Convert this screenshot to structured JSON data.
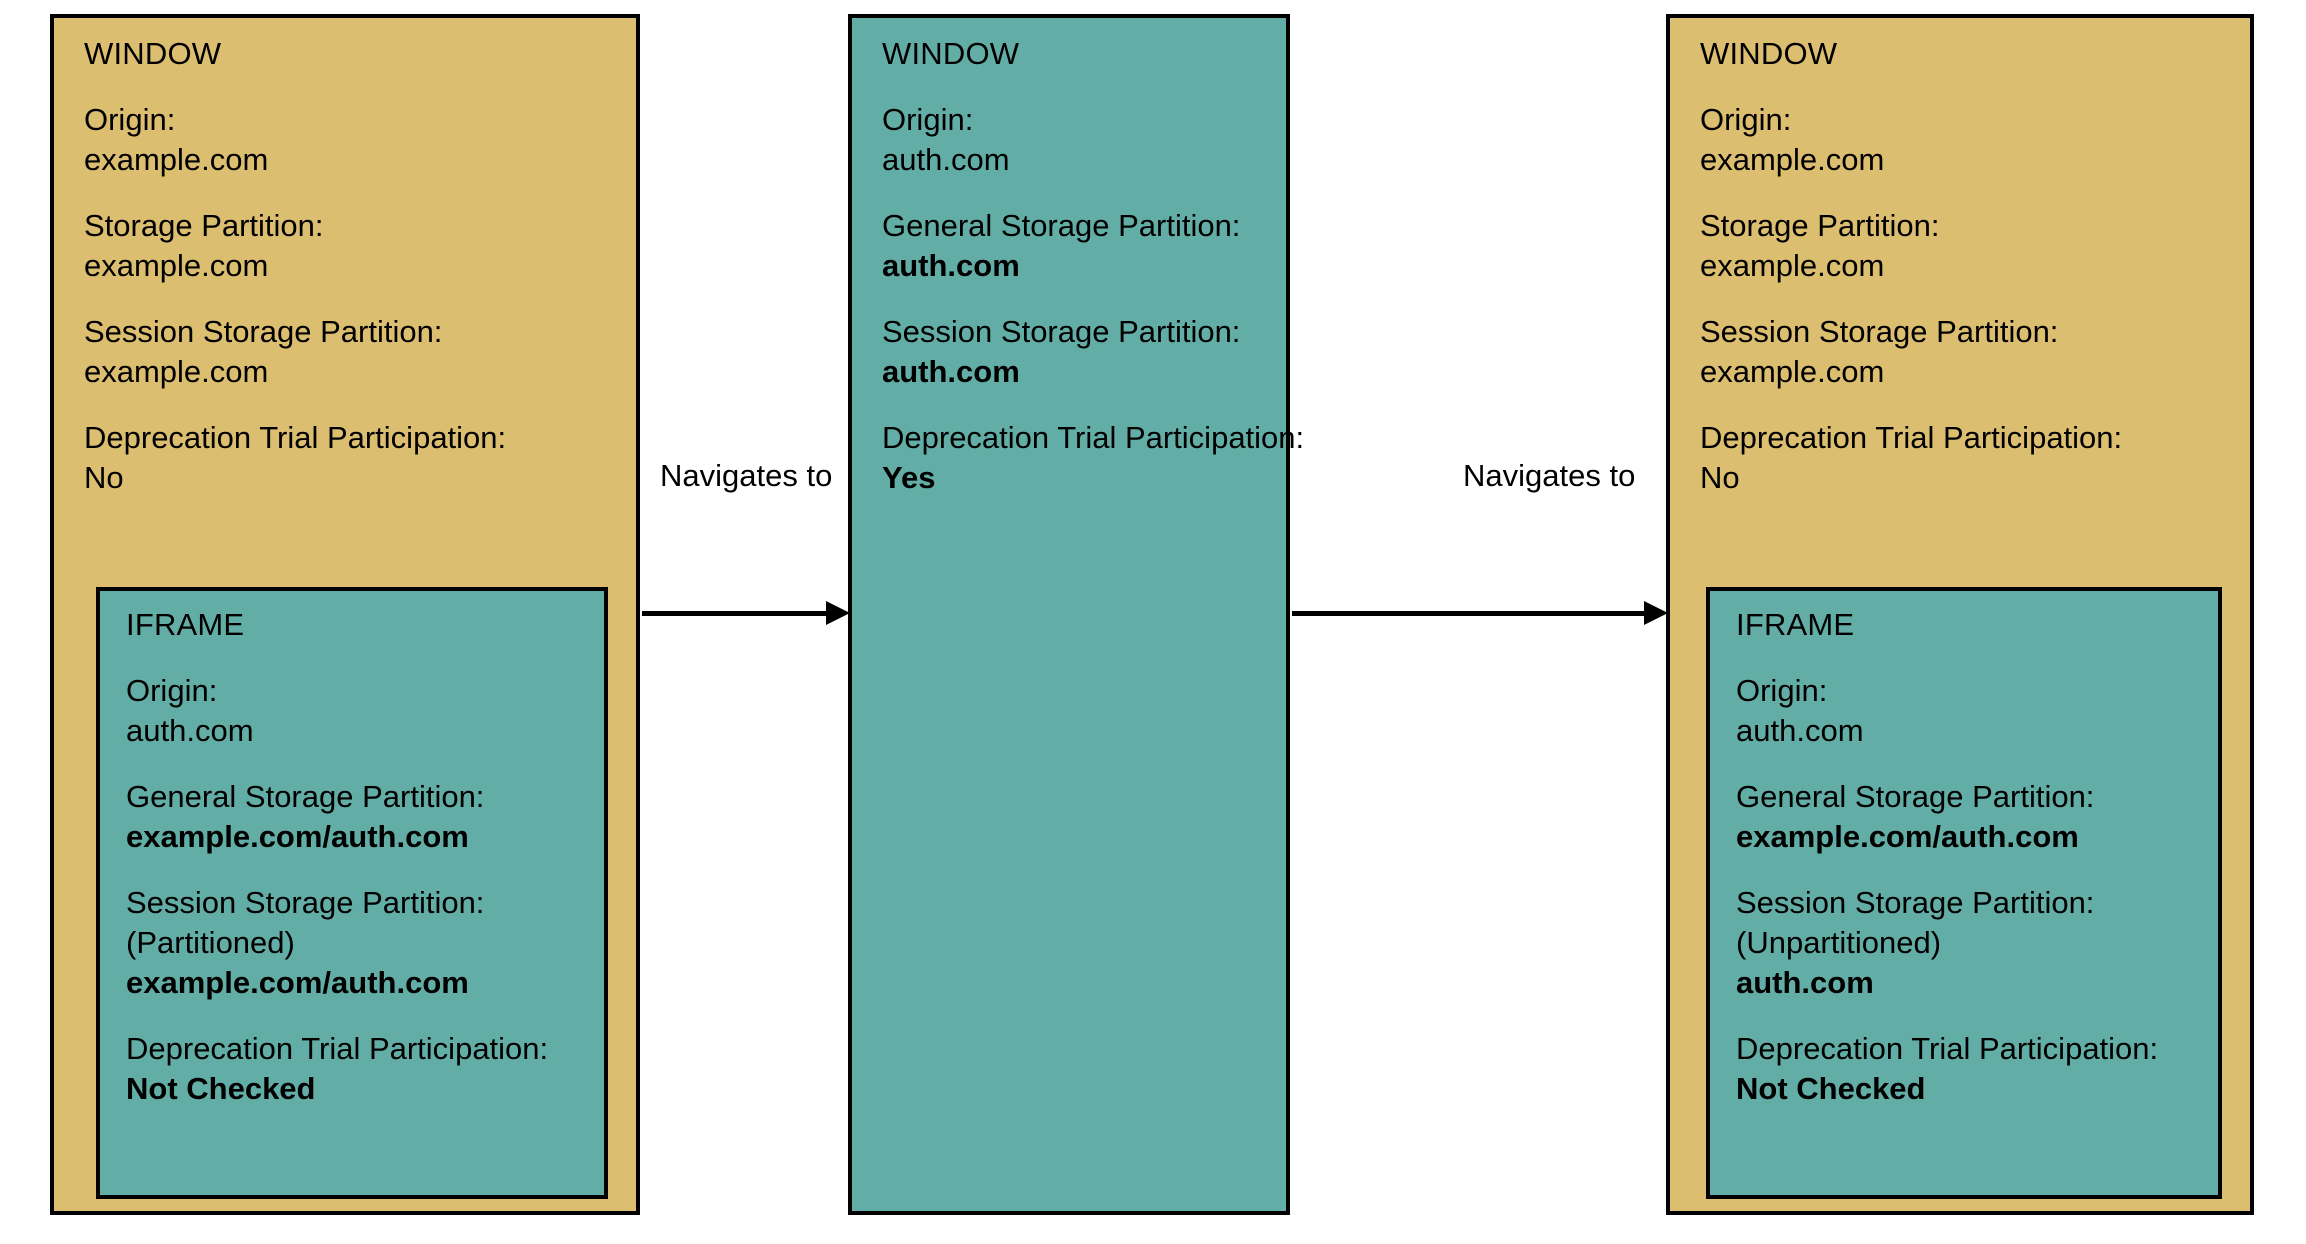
{
  "colors": {
    "window_tan": "#dcbe70",
    "iframe_teal": "#62aea6",
    "stroke": "#000000",
    "background": "#ffffff"
  },
  "panels": [
    {
      "id": "panel-1",
      "kind": "window",
      "fill": "tan",
      "title": "WINDOW",
      "fields": [
        {
          "label": "Origin:",
          "value": "example.com",
          "bold": false
        },
        {
          "label": "Storage Partition:",
          "value": "example.com",
          "bold": false
        },
        {
          "label": "Session Storage Partition:",
          "value": "example.com",
          "bold": false
        },
        {
          "label": "Deprecation Trial Participation:",
          "value": "No",
          "bold": false
        }
      ],
      "iframe": {
        "title": "IFRAME",
        "fill": "teal",
        "fields": [
          {
            "label": "Origin:",
            "sub": "",
            "value": "auth.com",
            "bold": false
          },
          {
            "label": "General Storage Partition:",
            "sub": "",
            "value": "example.com/auth.com",
            "bold": true
          },
          {
            "label": "Session Storage Partition:",
            "sub": "(Partitioned)",
            "value": "example.com/auth.com",
            "bold": true
          },
          {
            "label": "Deprecation Trial Participation:",
            "sub": "",
            "value": "Not Checked",
            "bold": true
          }
        ]
      }
    },
    {
      "id": "panel-2",
      "kind": "window",
      "fill": "teal",
      "title": "WINDOW",
      "fields": [
        {
          "label": "Origin:",
          "value": "auth.com",
          "bold": false
        },
        {
          "label": "General Storage Partition:",
          "value": "auth.com",
          "bold": true
        },
        {
          "label": "Session Storage Partition:",
          "value": "auth.com",
          "bold": true
        },
        {
          "label": "Deprecation Trial Participation:",
          "value": "Yes",
          "bold": true
        }
      ],
      "iframe": null
    },
    {
      "id": "panel-3",
      "kind": "window",
      "fill": "tan",
      "title": "WINDOW",
      "fields": [
        {
          "label": "Origin:",
          "value": "example.com",
          "bold": false
        },
        {
          "label": "Storage Partition:",
          "value": "example.com",
          "bold": false
        },
        {
          "label": "Session Storage Partition:",
          "value": "example.com",
          "bold": false
        },
        {
          "label": "Deprecation Trial Participation:",
          "value": "No",
          "bold": false
        }
      ],
      "iframe": {
        "title": "IFRAME",
        "fill": "teal",
        "fields": [
          {
            "label": "Origin:",
            "sub": "",
            "value": "auth.com",
            "bold": false
          },
          {
            "label": "General Storage Partition:",
            "sub": "",
            "value": "example.com/auth.com",
            "bold": true
          },
          {
            "label": "Session Storage Partition:",
            "sub": "(Unpartitioned)",
            "value": "auth.com",
            "bold": true
          },
          {
            "label": "Deprecation Trial Participation:",
            "sub": "",
            "value": "Not Checked",
            "bold": true
          }
        ]
      }
    }
  ],
  "arrows": [
    {
      "id": "arrow-1",
      "label": "Navigates to",
      "from": "panel-1",
      "to": "panel-2"
    },
    {
      "id": "arrow-2",
      "label": "Navigates to",
      "from": "panel-2",
      "to": "panel-3"
    }
  ]
}
